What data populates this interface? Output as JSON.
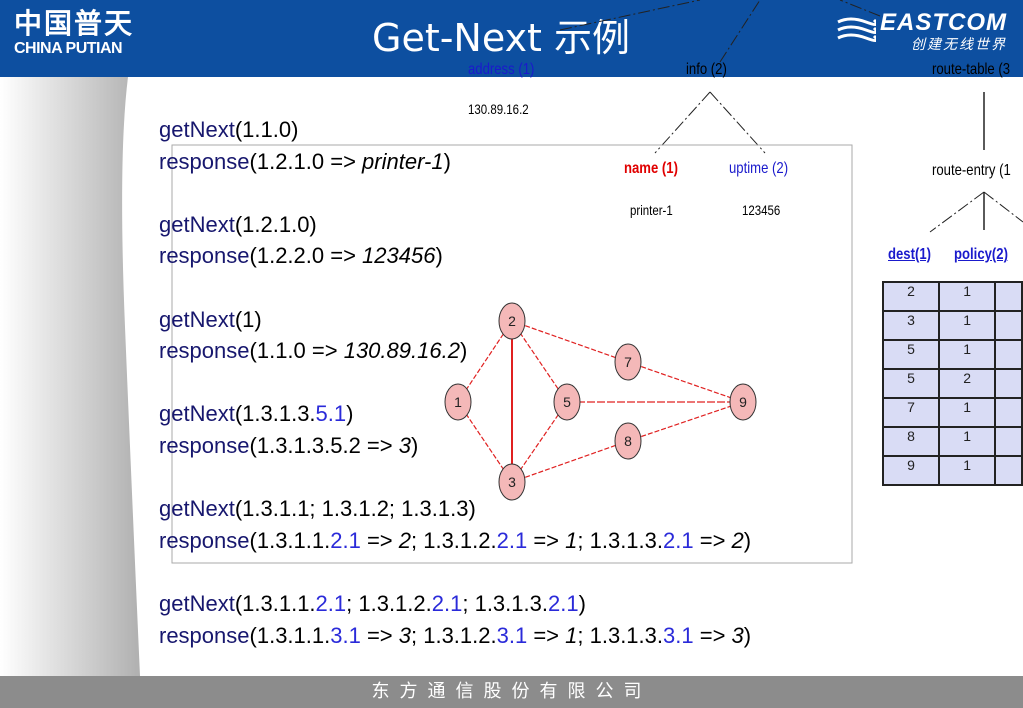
{
  "header": {
    "logo_cn": "中国普天",
    "logo_en": "CHINA PUTIAN",
    "title": "Get-Next 示例",
    "brand": "EASTCOM",
    "slogan": "创建无线世界"
  },
  "footer": {
    "company": "东方通信股份有限公司"
  },
  "tree": {
    "address_label": "address (1)",
    "address_value": "130.89.16.2",
    "info_label": "info (2)",
    "route_table_label": "route-table (3",
    "name_label": "name (1)",
    "name_value": "printer-1",
    "uptime_label": "uptime (2)",
    "uptime_value": "123456",
    "route_entry_label": "route-entry (1",
    "dest_label": "dest(1)",
    "policy_label": "policy(2)"
  },
  "route_table": {
    "dest": [
      "2",
      "3",
      "5",
      "5",
      "7",
      "8",
      "9"
    ],
    "policy": [
      "1",
      "1",
      "1",
      "2",
      "1",
      "1",
      "1"
    ]
  },
  "graph": {
    "nodes": [
      "1",
      "2",
      "3",
      "5",
      "7",
      "8",
      "9"
    ]
  },
  "code": [
    {
      "parts": [
        {
          "t": "getNext",
          "c": "fn"
        },
        {
          "t": "(1.1.0)"
        }
      ]
    },
    {
      "parts": [
        {
          "t": "response",
          "c": "fn"
        },
        {
          "t": "(1.2.1.0 => "
        },
        {
          "t": "printer-1",
          "c": "em"
        },
        {
          "t": ")"
        }
      ]
    },
    {
      "parts": []
    },
    {
      "parts": [
        {
          "t": "getNext",
          "c": "fn"
        },
        {
          "t": "(1.2.1.0)"
        }
      ]
    },
    {
      "parts": [
        {
          "t": "response",
          "c": "fn"
        },
        {
          "t": "(1.2.2.0 => "
        },
        {
          "t": "123456",
          "c": "em"
        },
        {
          "t": ")"
        }
      ]
    },
    {
      "parts": []
    },
    {
      "parts": [
        {
          "t": "getNext",
          "c": "fn"
        },
        {
          "t": "(1)"
        }
      ]
    },
    {
      "parts": [
        {
          "t": "response",
          "c": "fn"
        },
        {
          "t": "(1.1.0 => "
        },
        {
          "t": "130.89.16.2",
          "c": "em"
        },
        {
          "t": ")"
        }
      ]
    },
    {
      "parts": []
    },
    {
      "parts": [
        {
          "t": "getNext",
          "c": "fn"
        },
        {
          "t": "(1.3.1.3."
        },
        {
          "t": "5.1",
          "c": "hl"
        },
        {
          "t": ")"
        }
      ]
    },
    {
      "parts": [
        {
          "t": "response",
          "c": "fn"
        },
        {
          "t": "(1.3.1.3.5.2 => "
        },
        {
          "t": "3",
          "c": "em"
        },
        {
          "t": ")"
        }
      ]
    },
    {
      "parts": []
    },
    {
      "parts": [
        {
          "t": "getNext",
          "c": "fn"
        },
        {
          "t": "(1.3.1.1; 1.3.1.2; 1.3.1.3)"
        }
      ]
    },
    {
      "parts": [
        {
          "t": "response",
          "c": "fn"
        },
        {
          "t": "(1.3.1.1."
        },
        {
          "t": "2.1",
          "c": "hl"
        },
        {
          "t": " => "
        },
        {
          "t": "2",
          "c": "em"
        },
        {
          "t": "; 1.3.1.2."
        },
        {
          "t": "2.1",
          "c": "hl"
        },
        {
          "t": " => "
        },
        {
          "t": "1",
          "c": "em"
        },
        {
          "t": "; 1.3.1.3."
        },
        {
          "t": "2.1",
          "c": "hl"
        },
        {
          "t": " => "
        },
        {
          "t": "2",
          "c": "em"
        },
        {
          "t": ")"
        }
      ]
    },
    {
      "parts": []
    },
    {
      "parts": [
        {
          "t": "getNext",
          "c": "fn"
        },
        {
          "t": "(1.3.1.1."
        },
        {
          "t": "2.1",
          "c": "hl"
        },
        {
          "t": "; 1.3.1.2."
        },
        {
          "t": "2.1",
          "c": "hl"
        },
        {
          "t": "; 1.3.1.3."
        },
        {
          "t": "2.1",
          "c": "hl"
        },
        {
          "t": ")"
        }
      ]
    },
    {
      "parts": [
        {
          "t": "response",
          "c": "fn"
        },
        {
          "t": "(1.3.1.1."
        },
        {
          "t": "3.1",
          "c": "hl"
        },
        {
          "t": " => "
        },
        {
          "t": "3",
          "c": "em"
        },
        {
          "t": "; 1.3.1.2."
        },
        {
          "t": "3.1",
          "c": "hl"
        },
        {
          "t": " => "
        },
        {
          "t": "1",
          "c": "em"
        },
        {
          "t": "; 1.3.1.3."
        },
        {
          "t": "3.1",
          "c": "hl"
        },
        {
          "t": " => "
        },
        {
          "t": "3",
          "c": "em"
        },
        {
          "t": ")"
        }
      ]
    }
  ]
}
